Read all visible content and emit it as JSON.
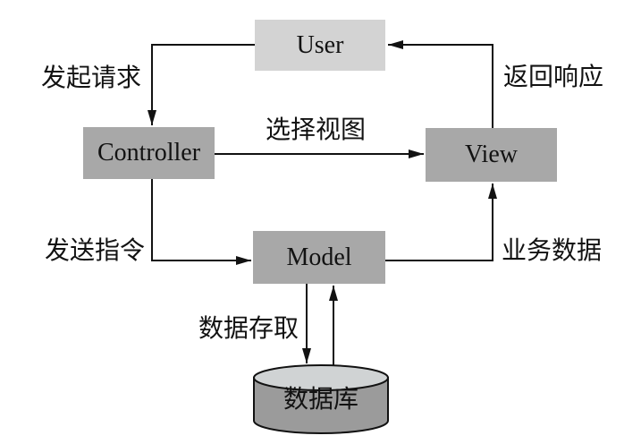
{
  "nodes": {
    "user": {
      "label": "User"
    },
    "controller": {
      "label": "Controller"
    },
    "view": {
      "label": "View"
    },
    "model": {
      "label": "Model"
    },
    "database": {
      "label": "数据库"
    }
  },
  "edges": [
    {
      "id": "user-to-controller",
      "from": "User",
      "to": "Controller",
      "label": "发起请求"
    },
    {
      "id": "view-to-user",
      "from": "View",
      "to": "User",
      "label": "返回响应"
    },
    {
      "id": "controller-to-view",
      "from": "Controller",
      "to": "View",
      "label": "选择视图"
    },
    {
      "id": "controller-to-model",
      "from": "Controller",
      "to": "Model",
      "label": "发送指令"
    },
    {
      "id": "model-to-view",
      "from": "Model",
      "to": "View",
      "label": "业务数据"
    },
    {
      "id": "model-to-database",
      "from": "Model",
      "to": "数据库",
      "label": "数据存取",
      "bidirectional": true
    }
  ],
  "colors": {
    "background": "#ffffff",
    "user_fill": "#d3d3d3",
    "node_fill": "#a8a8a8",
    "database_body_fill": "#9b9b9b",
    "database_top_fill": "#d0d3d4",
    "line": "#121212",
    "text": "#121212"
  }
}
